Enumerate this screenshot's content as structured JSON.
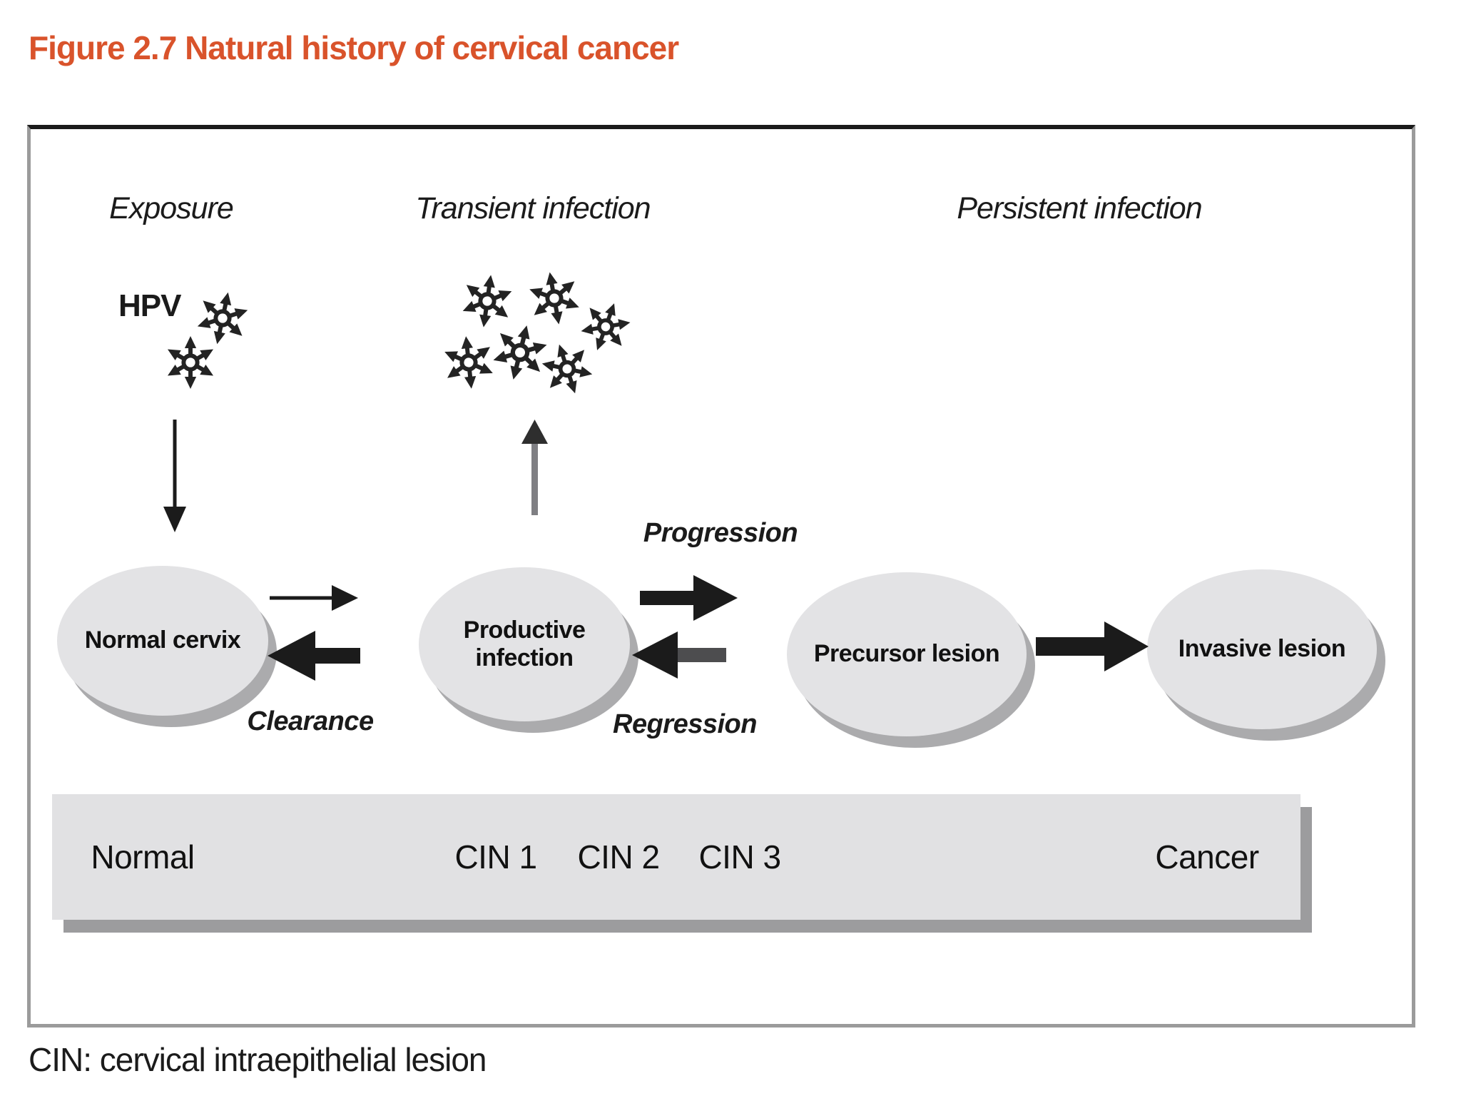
{
  "figure": {
    "title": "Figure 2.7 Natural history of cervical cancer",
    "footnote": "CIN: cervical intraepithelial lesion"
  },
  "phases": {
    "exposure": "Exposure",
    "transient": "Transient infection",
    "persistent": "Persistent infection"
  },
  "hpv_label": "HPV",
  "nodes": {
    "normal_cervix": "Normal cervix",
    "productive_infection": "Productive infection",
    "precursor_lesion": "Precursor lesion",
    "invasive_lesion": "Invasive lesion"
  },
  "transitions": {
    "clearance": "Clearance",
    "progression": "Progression",
    "regression": "Regression"
  },
  "stage_bar": {
    "stages": [
      {
        "label": "Normal"
      },
      {
        "label": "CIN 1"
      },
      {
        "label": "CIN 2"
      },
      {
        "label": "CIN 3"
      },
      {
        "label": "Cancer"
      }
    ]
  },
  "icons": {
    "virus": "hpv-virus-icon"
  },
  "colors": {
    "title_accent": "#d9532b",
    "ink": "#1b1b1b",
    "node_fill": "#e3e3e5",
    "node_shadow": "#ababad",
    "bar_fill": "#e1e1e3",
    "bar_shadow": "#9c9c9e",
    "box_border_gray": "#9b9b9b",
    "arrow_gray_stem": "#7f7f83"
  }
}
